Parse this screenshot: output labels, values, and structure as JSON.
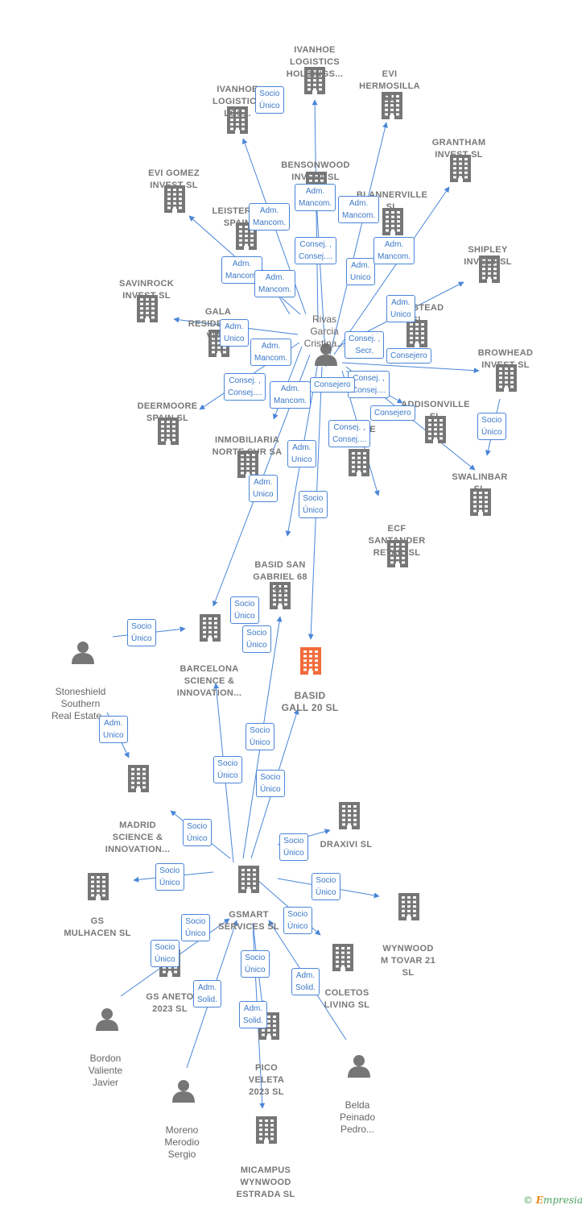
{
  "colors": {
    "node": "#767676",
    "focus": "#f26b3a",
    "edge": "#4a86d8",
    "label": "#777777"
  },
  "focus_company": {
    "name": "BASID\nGALL 20  SL"
  },
  "companies": [
    {
      "id": "ivanhoe_lh",
      "name": "IVANHOE\nLOGISTICS\nHOLDINGS..."
    },
    {
      "id": "evi_hermosilla",
      "name": "EVI\nHERMOSILLA\nSL"
    },
    {
      "id": "ivanhoe_los",
      "name": "IVANHOE\nLOGISTICS\nLOS..."
    },
    {
      "id": "grantham",
      "name": "GRANTHAM\nINVEST  SL"
    },
    {
      "id": "bensonwood",
      "name": "BENSONWOOD\nINVEST  SL"
    },
    {
      "id": "blannerville",
      "name": "BLANNERVILLE\nSL"
    },
    {
      "id": "evi_gomez",
      "name": "EVI GOMEZ\nINVEST  SL"
    },
    {
      "id": "leisterville",
      "name": "LEISTERVILLE\nSPAIN  SL"
    },
    {
      "id": "shipley",
      "name": "SHIPLEY\nINVEST  SL"
    },
    {
      "id": "savinrock",
      "name": "SAVINROCK\nINVEST  SL"
    },
    {
      "id": "gala",
      "name": "GALA\nRESIDENCES\nVIA..."
    },
    {
      "id": "ramstead",
      "name": "RAMSTEAD\nSL"
    },
    {
      "id": "browhead",
      "name": "BROWHEAD\nINVEST  SL"
    },
    {
      "id": "deermoore",
      "name": "DEERMOORE\nSPAIN  SL"
    },
    {
      "id": "addisonville",
      "name": "ADDISONVILLE\nSL"
    },
    {
      "id": "inmobiliaria",
      "name": "INMOBILIARIA\nNORTE SUR SA"
    },
    {
      "id": "hidden_e",
      "name": "...E"
    },
    {
      "id": "swalinbar",
      "name": "SWALINBAR\nSL"
    },
    {
      "id": "ecf",
      "name": "ECF\nSANTANDER\nRETAIL  SL"
    },
    {
      "id": "basid_sg",
      "name": "BASID SAN\nGABRIEL 68\nSL"
    },
    {
      "id": "barcelona",
      "name": "BARCELONA\nSCIENCE &\nINNOVATION..."
    },
    {
      "id": "madrid",
      "name": "MADRID\nSCIENCE &\nINNOVATION..."
    },
    {
      "id": "draxivi",
      "name": "DRAXIVI  SL"
    },
    {
      "id": "gs_mulhacen",
      "name": "GS\nMULHACEN  SL"
    },
    {
      "id": "gsmart",
      "name": "GSMART\nSERVICES  SL"
    },
    {
      "id": "wynwood_tovar",
      "name": "WYNWOOD\nM TOVAR 21\nSL"
    },
    {
      "id": "coletos",
      "name": "COLETOS\nLIVING  SL"
    },
    {
      "id": "gs_aneto",
      "name": "GS ANETO\n2023  SL"
    },
    {
      "id": "pico_veleta",
      "name": "PICO\nVELETA\n2023  SL"
    },
    {
      "id": "micampus",
      "name": "MICAMPUS\nWYNWOOD\nESTRADA  SL"
    }
  ],
  "persons": [
    {
      "id": "rivas",
      "name": "Rivas\nGarcia\nCristina..."
    },
    {
      "id": "stoneshield",
      "name": "Stoneshield\nSouthern\nReal Estate..."
    },
    {
      "id": "bordon",
      "name": "Bordon\nValiente\nJavier"
    },
    {
      "id": "moreno",
      "name": "Moreno\nMerodio\nSergio"
    },
    {
      "id": "belda",
      "name": "Belda\nPeinado\nPedro..."
    }
  ],
  "relations": [
    {
      "text": "Socio\nÚnico"
    },
    {
      "text": "Adm.\nMancom."
    },
    {
      "text": "Adm.\nMancom."
    },
    {
      "text": "Adm.\nMancom."
    },
    {
      "text": "Consej. ,\nConsej...."
    },
    {
      "text": "Adm.\nMancom."
    },
    {
      "text": "Adm.\nMancom."
    },
    {
      "text": "Adm.\nUnico"
    },
    {
      "text": "Adm.\nMancom."
    },
    {
      "text": "Adm.\nUnico"
    },
    {
      "text": "Adm.\nUnico"
    },
    {
      "text": "Adm.\nMancom."
    },
    {
      "text": "Consej. ,\nSecr."
    },
    {
      "text": "Consejero"
    },
    {
      "text": "Consej. ,\nConsej...."
    },
    {
      "text": "Adm.\nMancom."
    },
    {
      "text": "Consejero"
    },
    {
      "text": "Consej. ,\nConsej...."
    },
    {
      "text": "Consejero"
    },
    {
      "text": "Consej. ,\nConsej...."
    },
    {
      "text": "Socio\nÚnico"
    },
    {
      "text": "Adm.\nUnico"
    },
    {
      "text": "Adm.\nUnico"
    },
    {
      "text": "Adm.\nUnico"
    },
    {
      "text": "Socio\nÚnico"
    },
    {
      "text": "Socio\nÚnico"
    },
    {
      "text": "Socio\nÚnico"
    },
    {
      "text": "Socio\nÚnico"
    },
    {
      "text": "Socio\nÚnico"
    },
    {
      "text": "Socio\nÚnico"
    },
    {
      "text": "Socio\nÚnico"
    },
    {
      "text": "Socio\nÚnico"
    },
    {
      "text": "Socio\nÚnico"
    },
    {
      "text": "Socio\nÚnico"
    },
    {
      "text": "Socio\nÚnico"
    },
    {
      "text": "Socio\nÚnico"
    },
    {
      "text": "Socio\nÚnico"
    },
    {
      "text": "Socio\nÚnico"
    },
    {
      "text": "Adm.\nSolid."
    },
    {
      "text": "Adm.\nSolid."
    },
    {
      "text": "Adm.\nSolid."
    },
    {
      "text": "Socio\nÚnico"
    }
  ],
  "brand": {
    "copyright": "©",
    "first_letter": "E",
    "rest": "mpresia"
  }
}
